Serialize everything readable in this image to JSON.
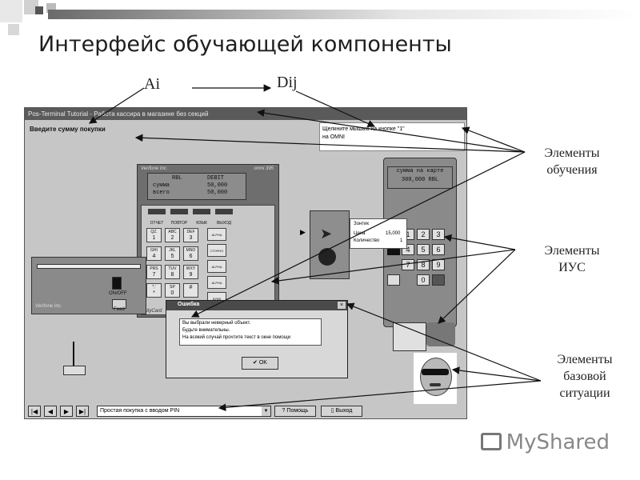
{
  "slide": {
    "title": "Интерфейс обучающей компоненты",
    "brand": "MyShared"
  },
  "annotations": {
    "ai": "Ai",
    "dij": "Dij",
    "training_1": "Элементы",
    "training_2": "обучения",
    "ius_1": "Элементы",
    "ius_2": "ИУС",
    "base_1": "Элементы",
    "base_2": "базовой",
    "base_3": "ситуации"
  },
  "window": {
    "title": "Pos-Terminal Tutorial - Работа кассира в магазине без секций",
    "prompt": "Введите сумму покупки",
    "tip_line1": "Щелкните мышью на кнопке \"1\"",
    "tip_line2": "на OMNI"
  },
  "terminal": {
    "brand": "Verifone Inc.",
    "model": "omni 395",
    "currency": "RBL",
    "mode": "DEBIT",
    "sum_label": "сумма",
    "sum_value": "50,000",
    "total_label": "всего",
    "total_value": "50,000",
    "fkeys": [
      "ОТЧЕТ",
      "ПОВТОР",
      "ЯЗЫК",
      "ВЫХОД"
    ],
    "keys": [
      [
        "QZ.",
        "1"
      ],
      [
        "ABC",
        "2"
      ],
      [
        "DEF",
        "3"
      ],
      [
        "GHI",
        "4"
      ],
      [
        "JKL",
        "5"
      ],
      [
        "MNO",
        "6"
      ],
      [
        "PRS",
        "7"
      ],
      [
        "TUV",
        "8"
      ],
      [
        "WXY",
        "9"
      ],
      [
        "*,'",
        "*"
      ],
      [
        "SP",
        "0"
      ],
      [
        "",
        "#"
      ]
    ],
    "side_keys": [
      "ALPHA",
      "СТОРНО",
      "ALPHA",
      "ALPHA",
      "БУКВ"
    ],
    "footer": "CityCard"
  },
  "printer": {
    "brand": "Verifone Inc.",
    "onoff": "ON/OFF",
    "feed": "Feed"
  },
  "dialog": {
    "title": "Ошибка",
    "line1": "Вы выбрали неверный объект.",
    "line2": "Будьте внимательны.",
    "line3": "На всякий случай прочтите текст в окне помощи",
    "ok": "OK"
  },
  "pinpad": {
    "screen_line1": "сумма на карте",
    "screen_line2": "300,000 RBL",
    "receipt_title": "Зонтик",
    "receipt_price_label": "Цена",
    "receipt_price": "15,000",
    "receipt_qty_label": "Количество",
    "receipt_qty": "1",
    "keys": [
      "1",
      "2",
      "3",
      "4",
      "5",
      "6",
      "7",
      "8",
      "9",
      "0"
    ]
  },
  "bottom": {
    "nav": [
      "|◀",
      "◀",
      "▶",
      "▶|"
    ],
    "scenario": "Простая покупка с вводом PIN",
    "help": "Помощь",
    "exit": "Выход"
  }
}
